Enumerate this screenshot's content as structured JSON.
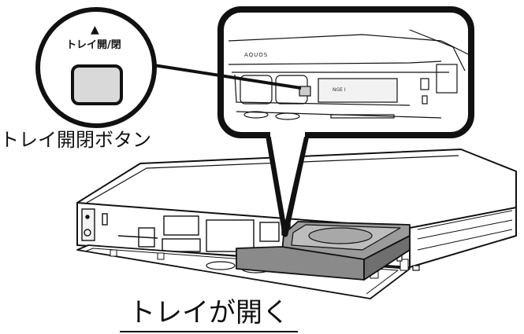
{
  "callout": {
    "eject_symbol": "▲",
    "button_caption": "トレイ開/閉"
  },
  "panel": {
    "brand": "AQUOS",
    "display_text": "NGE I"
  },
  "labels": {
    "button_name": "トレイ開閉ボタン",
    "result": "トレイが開く"
  },
  "colors": {
    "ink": "#111111",
    "button_fill": "#d9d9d9",
    "tray_fill": "#8a8a8a",
    "panel_gray": "#e6e6e6"
  }
}
